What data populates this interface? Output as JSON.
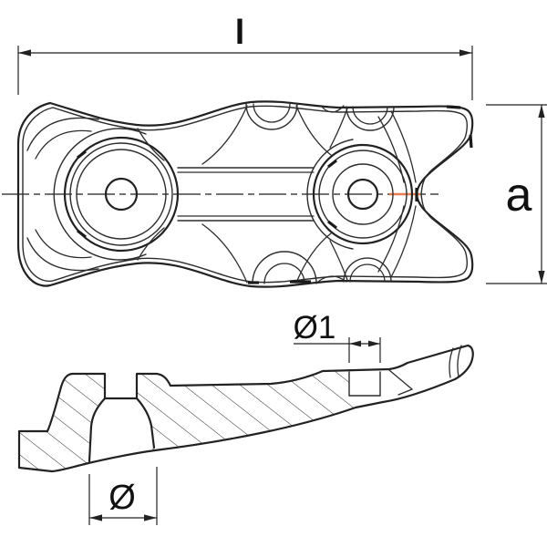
{
  "drawing": {
    "labels": {
      "length": "l",
      "height": "a",
      "bore_small": "Ø1",
      "bore_large": "Ø"
    },
    "colors": {
      "line": "#222222",
      "dimension": "#222222",
      "highlight": "#e87c4e",
      "background": "#ffffff"
    }
  }
}
